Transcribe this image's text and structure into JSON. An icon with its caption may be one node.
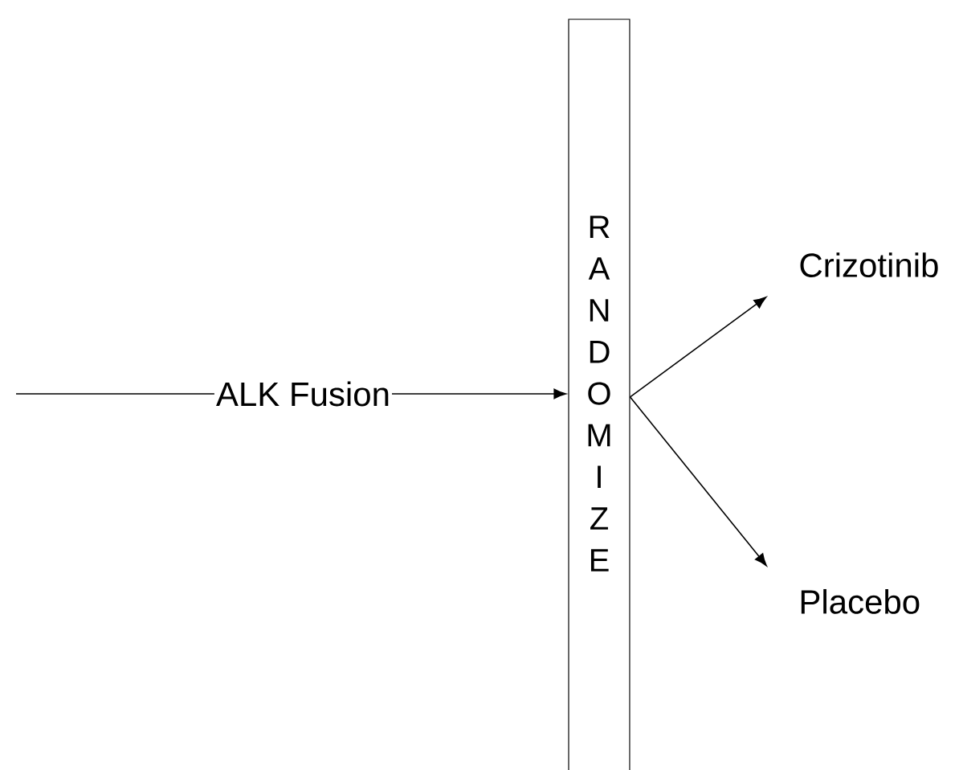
{
  "diagram": {
    "nodes": [
      {
        "text": [
          "RANDOMIZE"
        ]
      },
      {
        "text": [
          "Crizotinib"
        ]
      },
      {
        "text": [
          "Placebo"
        ]
      }
    ],
    "edges": [
      {
        "from": null,
        "to": 0,
        "arrow": "to",
        "label": "ALK Fusion"
      },
      {
        "from": 0,
        "to": 1,
        "arrow": "to"
      },
      {
        "from": 0,
        "to": 2,
        "arrow": "to"
      }
    ]
  }
}
